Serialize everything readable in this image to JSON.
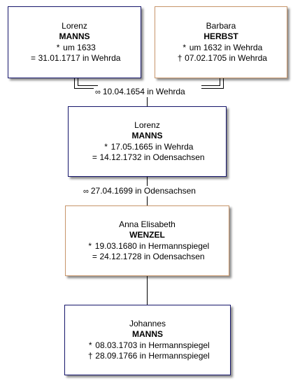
{
  "persons": {
    "lorenz_father": {
      "first": "Lorenz",
      "last": "MANNS",
      "birth_sym": "*",
      "birth": "um 1633",
      "death_sym": "=",
      "death": "31.01.1717 in Wehrda"
    },
    "barbara": {
      "first": "Barbara",
      "last": "HERBST",
      "birth_sym": "*",
      "birth": "um 1632 in Wehrda",
      "death_sym": "†",
      "death": "07.02.1705 in Wehrda"
    },
    "lorenz_son": {
      "first": "Lorenz",
      "last": "MANNS",
      "birth_sym": "*",
      "birth": "17.05.1665 in Wehrda",
      "death_sym": "=",
      "death": "14.12.1732 in Odensachsen"
    },
    "anna": {
      "first": "Anna Elisabeth",
      "last": "WENZEL",
      "birth_sym": "*",
      "birth": "19.03.1680 in Hermannspiegel",
      "death_sym": "=",
      "death": "24.12.1728 in Odensachsen"
    },
    "johannes": {
      "first": "Johannes",
      "last": "MANNS",
      "birth_sym": "*",
      "birth": "08.03.1703 in Hermannspiegel",
      "death_sym": "†",
      "death": "28.09.1766 in Hermannspiegel"
    }
  },
  "marriages": {
    "m1": {
      "sym": "∞",
      "text": "10.04.1654 in Wehrda"
    },
    "m2": {
      "sym": "∞",
      "text": "27.04.1699 in Odensachsen"
    }
  },
  "colors": {
    "male_border": "#15156b",
    "female_border": "#c7956a"
  }
}
